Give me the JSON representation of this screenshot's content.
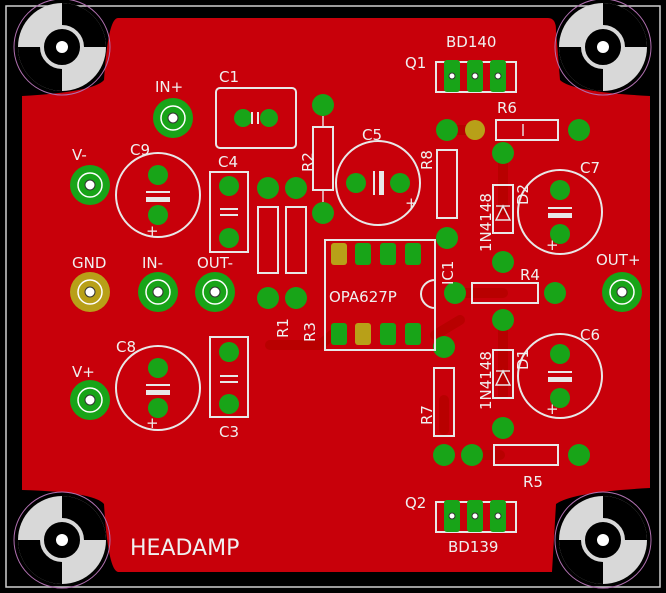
{
  "board": {
    "title": "HEADAMP",
    "colors": {
      "background": "#000000",
      "copper": "#c8000a",
      "copper_dark": "#a80008",
      "pad": "#18a418",
      "silkscreen": "#e8e8e8",
      "mount_hole": "#d8d8d8"
    }
  },
  "labels": {
    "q1_ref": "Q1",
    "q1_val": "BD140",
    "q2_ref": "Q2",
    "q2_val": "BD139",
    "in_plus": "IN+",
    "in_minus": "IN-",
    "out_minus": "OUT-",
    "out_plus": "OUT+",
    "v_minus": "V-",
    "v_plus": "V+",
    "gnd": "GND",
    "c1": "C1",
    "c3": "C3",
    "c4": "C4",
    "c5": "C5",
    "c6": "C6",
    "c7": "C7",
    "c8": "C8",
    "c9": "C9",
    "r1": "R1",
    "r2": "R2",
    "r3": "R3",
    "r4": "R4",
    "r5": "R5",
    "r6": "R6",
    "r7": "R7",
    "r8": "R8",
    "d1": "D1",
    "d2": "D2",
    "d1_val": "1N4148",
    "d2_val": "1N4148",
    "ic1": "IC1",
    "ic1_val": "OPA627P"
  }
}
